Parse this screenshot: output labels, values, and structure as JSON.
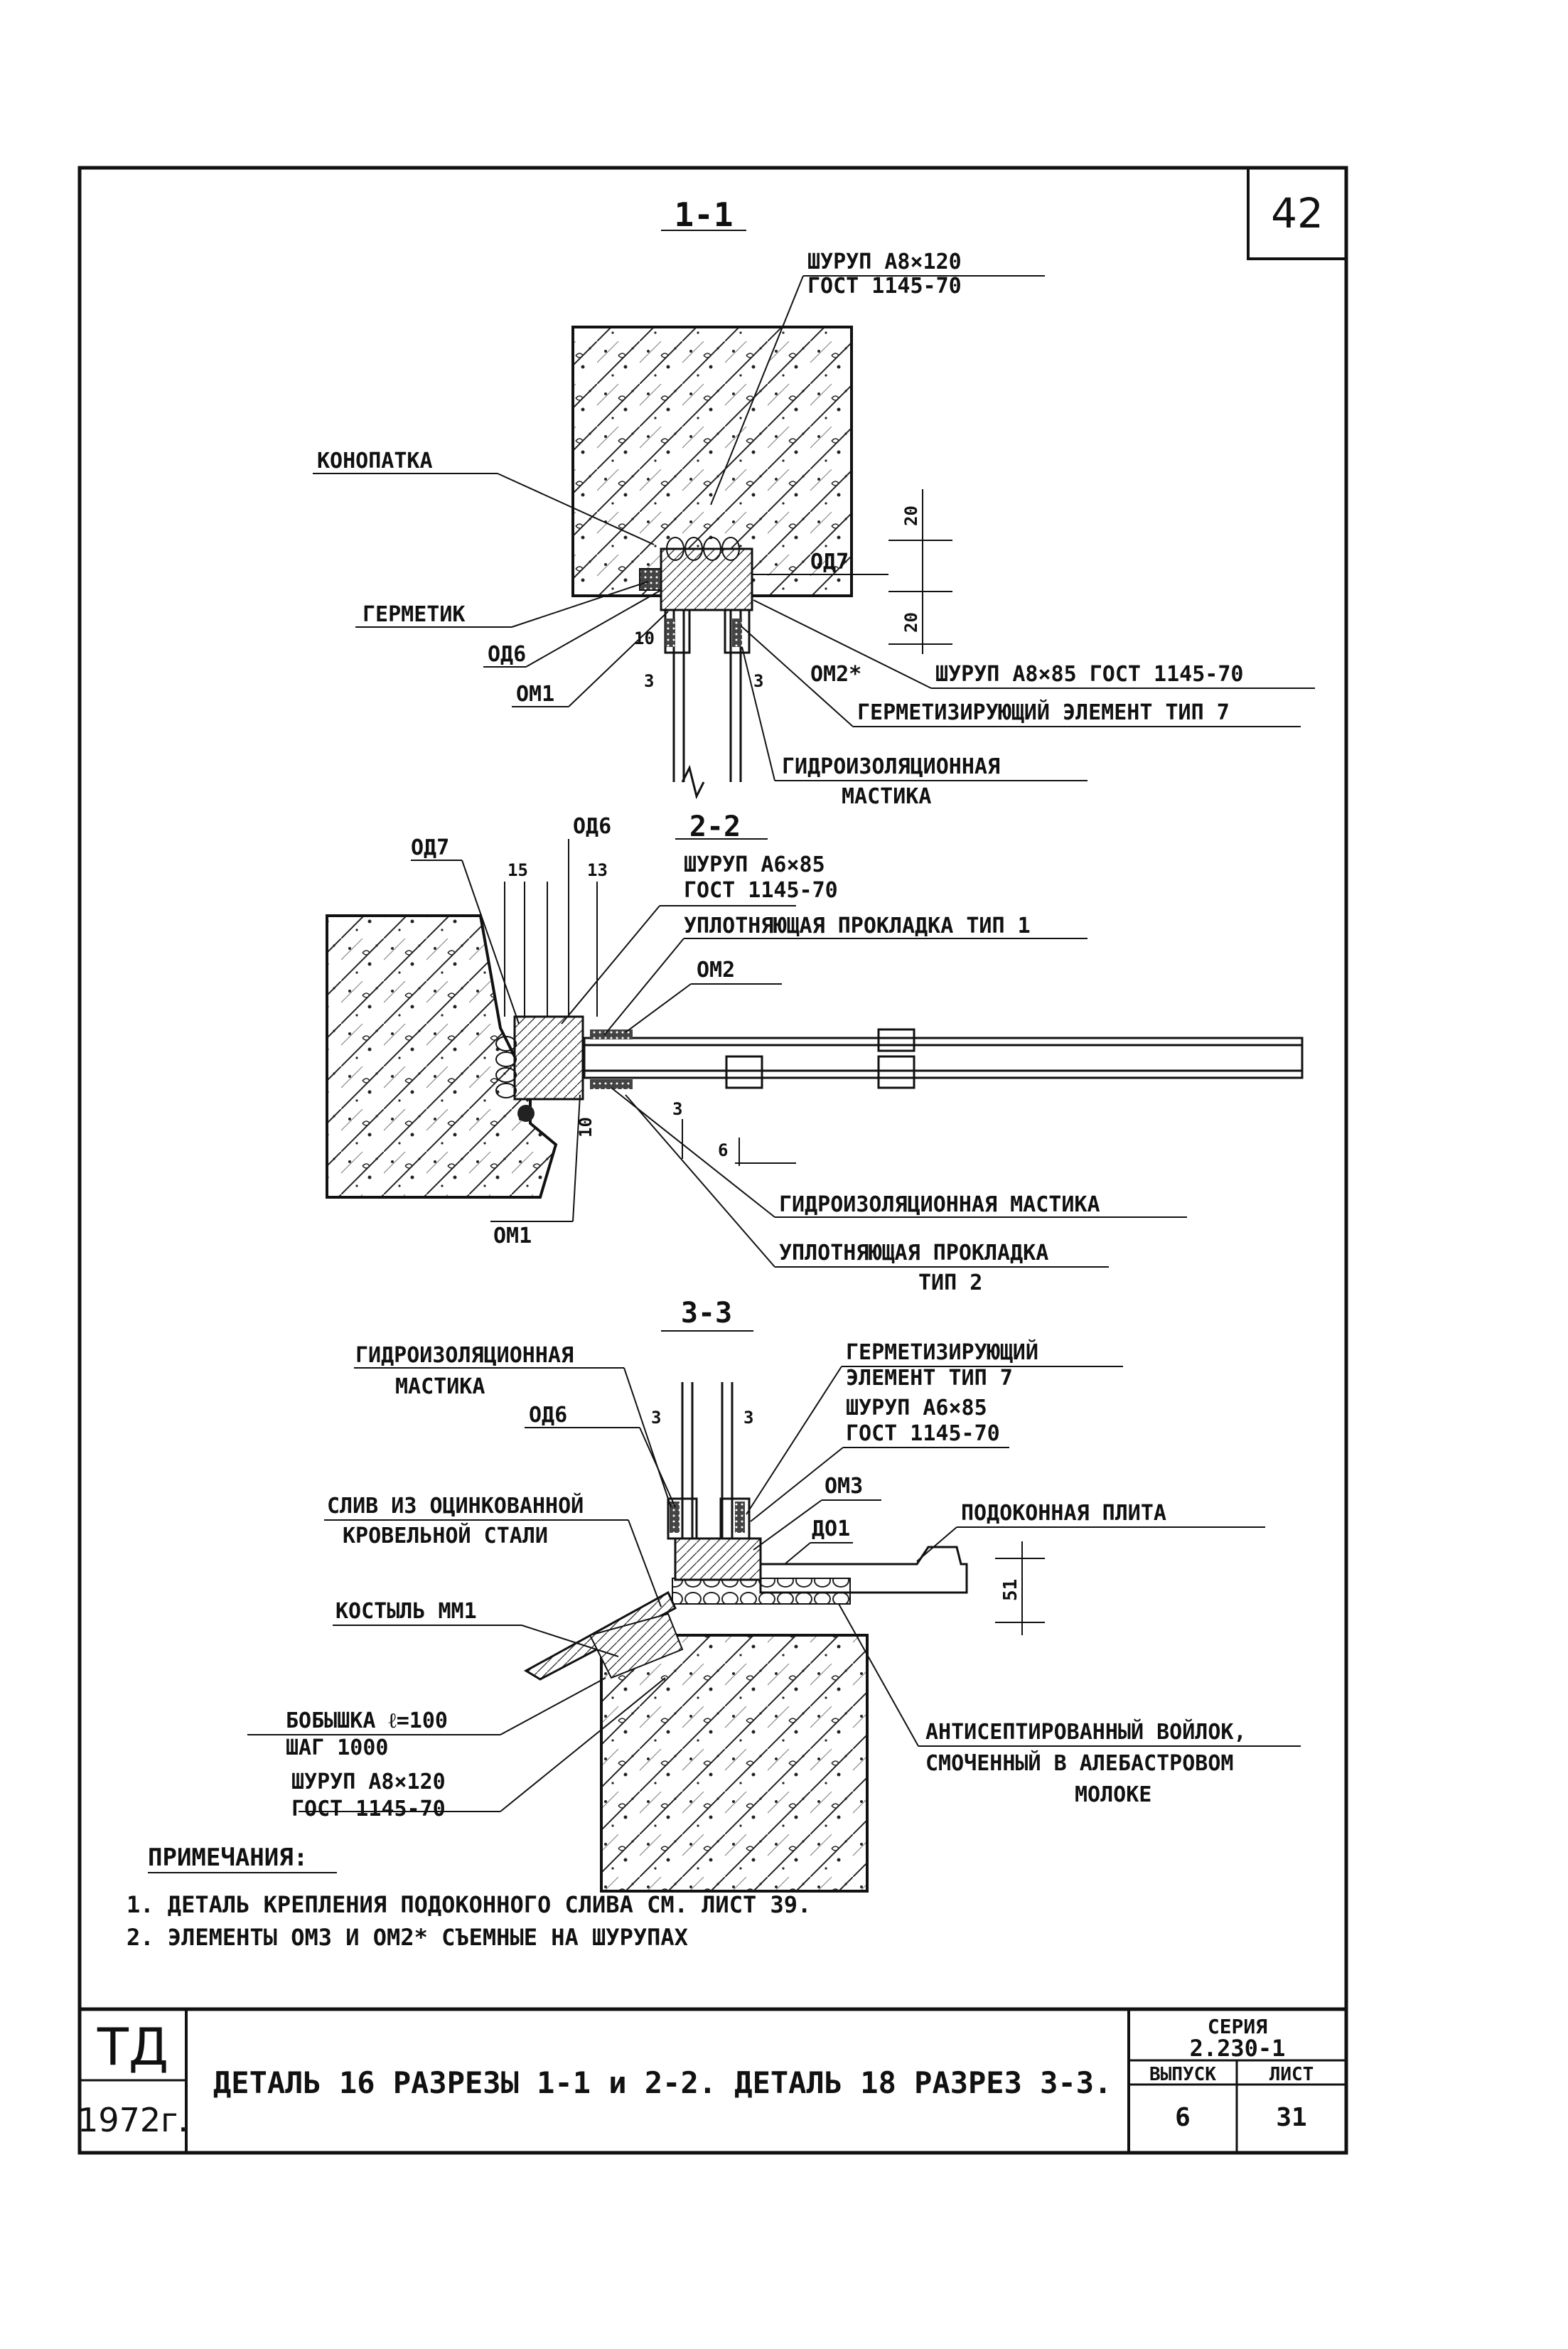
{
  "sheet": {
    "page_number": "42",
    "title": "ДЕТАЛЬ 16  РАЗРЕЗЫ 1-1 и 2-2. ДЕТАЛЬ 18  РАЗРЕЗ 3-3.",
    "org": "ТД",
    "year": "1972г.",
    "series_label": "СЕРИЯ",
    "series_value": "2.230-1",
    "issue_label": "ВЫПУСК",
    "issue_value": "6",
    "sheet_label": "ЛИСТ",
    "sheet_value": "31"
  },
  "section_1": {
    "title": "1-1",
    "labels": {
      "screw_top_1": "ШУРУП А8×120",
      "screw_top_2": "ГОСТ 1145-70",
      "konopatka": "КОНОПАТКА",
      "germetik": "ГЕРМЕТИК",
      "od6": "ОД6",
      "om1": "ОМ1",
      "od7": "ОД7",
      "om2": "ОМ2*",
      "screw_a8x85": "ШУРУП А8×85 ГОСТ 1145-70",
      "seal_type7": "ГЕРМЕТИЗИРУЮЩИЙ ЭЛЕМЕНТ ТИП 7",
      "mastic_1": "ГИДРОИЗОЛЯЦИОННАЯ",
      "mastic_2": "МАСТИКА"
    },
    "dims": {
      "d20a": "20",
      "d20b": "20",
      "d10": "10",
      "d3a": "3",
      "d3b": "3"
    }
  },
  "section_2": {
    "title": "2-2",
    "labels": {
      "od7": "ОД7",
      "od6": "ОД6",
      "screw_1": "ШУРУП А6×85",
      "screw_2": "ГОСТ 1145-70",
      "gasket1": "УПЛОТНЯЮЩАЯ ПРОКЛАДКА ТИП 1",
      "om2": "ОМ2",
      "om1": "ОМ1",
      "mastic": "ГИДРОИЗОЛЯЦИОННАЯ МАСТИКА",
      "gasket2_1": "УПЛОТНЯЮЩАЯ ПРОКЛАДКА",
      "gasket2_2": "ТИП 2"
    },
    "dims": {
      "d15": "15",
      "d13": "13",
      "d3": "3",
      "d6": "6",
      "d10": "10"
    }
  },
  "section_3": {
    "title": "3-3",
    "labels": {
      "mastic_1": "ГИДРОИЗОЛЯЦИОННАЯ",
      "mastic_2": "МАСТИКА",
      "od6": "ОД6",
      "seal_1": "ГЕРМЕТИЗИРУЮЩИЙ",
      "seal_2": "ЭЛЕМЕНТ ТИП 7",
      "screw_1": "ШУРУП А6×85",
      "screw_2": "ГОСТ 1145-70",
      "drip_1": "СЛИВ ИЗ ОЦИНКОВАННОЙ",
      "drip_2": "КРОВЕЛЬНОЙ СТАЛИ",
      "om3": "ОМ3",
      "do1": "ДО1",
      "sill_plate": "ПОДОКОННАЯ ПЛИТА",
      "kostyl": "КОСТЫЛЬ ММ1",
      "boss_1": "БОБЫШКА ℓ=100",
      "boss_2": "ШАГ 1000",
      "screw2_1": "ШУРУП А8×120",
      "screw2_2": "ГОСТ 1145-70",
      "felt_1": "АНТИСЕПТИРОВАННЫЙ ВОЙЛОК,",
      "felt_2": "СМОЧЕННЫЙ В АЛЕБАСТРОВОМ",
      "felt_3": "МОЛОКЕ"
    },
    "dims": {
      "d3a": "3",
      "d3b": "3",
      "d51": "51"
    }
  },
  "notes": {
    "heading": "ПРИМЕЧАНИЯ:",
    "items": [
      "1. ДЕТАЛЬ КРЕПЛЕНИЯ ПОДОКОННОГО СЛИВА СМ. ЛИСТ 39.",
      "2. ЭЛЕМЕНТЫ ОМ3 И ОМ2* СЪЕМНЫЕ НА ШУРУПАХ"
    ]
  }
}
